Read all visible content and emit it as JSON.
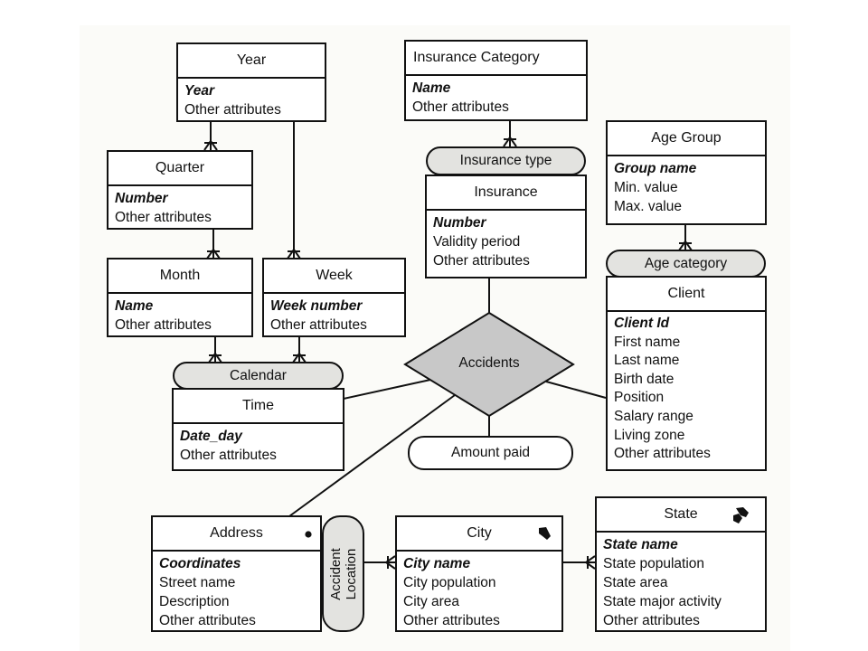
{
  "entities": {
    "year": {
      "title": "Year",
      "key": "Year",
      "attrs": [
        "Other attributes"
      ]
    },
    "quarter": {
      "title": "Quarter",
      "key": "Number",
      "attrs": [
        "Other attributes"
      ]
    },
    "month": {
      "title": "Month",
      "key": "Name",
      "attrs": [
        "Other attributes"
      ]
    },
    "week": {
      "title": "Week",
      "key": "Week number",
      "attrs": [
        "Other attributes"
      ]
    },
    "time": {
      "title": "Time",
      "key": "Date_day",
      "attrs": [
        "Other attributes"
      ]
    },
    "insurance_category": {
      "title": "Insurance Category",
      "key": "Name",
      "attrs": [
        "Other attributes"
      ]
    },
    "insurance": {
      "title": "Insurance",
      "key": "Number",
      "attrs": [
        "Validity period",
        "Other attributes"
      ]
    },
    "age_group": {
      "title": "Age Group",
      "key": "Group name",
      "attrs": [
        "Min. value",
        "Max. value"
      ]
    },
    "client": {
      "title": "Client",
      "key": "Client Id",
      "attrs": [
        "First name",
        "Last name",
        "Birth date",
        "Position",
        "Salary range",
        "Living zone",
        "Other attributes"
      ]
    },
    "address": {
      "title": "Address",
      "key": "Coordinates",
      "attrs": [
        "Street name",
        "Description",
        "Other attributes"
      ]
    },
    "city": {
      "title": "City",
      "key": "City name",
      "attrs": [
        "City population",
        "City area",
        "Other attributes"
      ]
    },
    "state": {
      "title": "State",
      "key": "State name",
      "attrs": [
        "State population",
        "State area",
        "State major activity",
        "Other attributes"
      ]
    }
  },
  "hierarchies": {
    "calendar": "Calendar",
    "insurance_type": "Insurance type",
    "age_category": "Age category",
    "accident_location": [
      "Accident",
      "Location"
    ]
  },
  "fact": {
    "name": "Accidents",
    "measure": "Amount paid"
  },
  "colors": {
    "fact_fill": "#c8c8c8",
    "pill_fill": "#e3e3e0",
    "line": "#111111"
  }
}
